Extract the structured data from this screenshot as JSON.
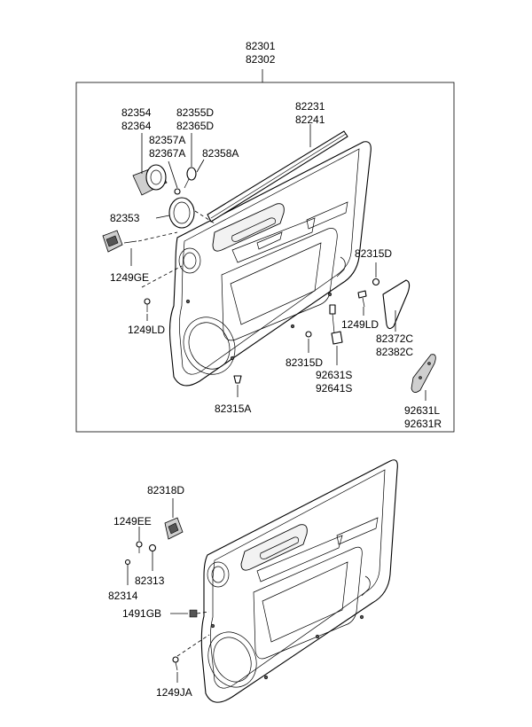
{
  "labels": {
    "p82301": "82301",
    "p82302": "82302",
    "p82354": "82354",
    "p82364": "82364",
    "p82355D": "82355D",
    "p82365D": "82365D",
    "p82357A": "82357A",
    "p82367A": "82367A",
    "p82358A": "82358A",
    "p82231": "82231",
    "p82241": "82241",
    "p82353": "82353",
    "p1249GE": "1249GE",
    "p1249LD_a": "1249LD",
    "p82315D_a": "82315D",
    "p1249LD_b": "1249LD",
    "p82372C": "82372C",
    "p82382C": "82382C",
    "p82315D_b": "82315D",
    "p92631S": "92631S",
    "p92641S": "92641S",
    "p82315A": "82315A",
    "p92631L": "92631L",
    "p92631R": "92631R",
    "p82318D": "82318D",
    "p1249EE": "1249EE",
    "p82313": "82313",
    "p82314": "82314",
    "p1491GB": "1491GB",
    "p1249JA": "1249JA"
  }
}
